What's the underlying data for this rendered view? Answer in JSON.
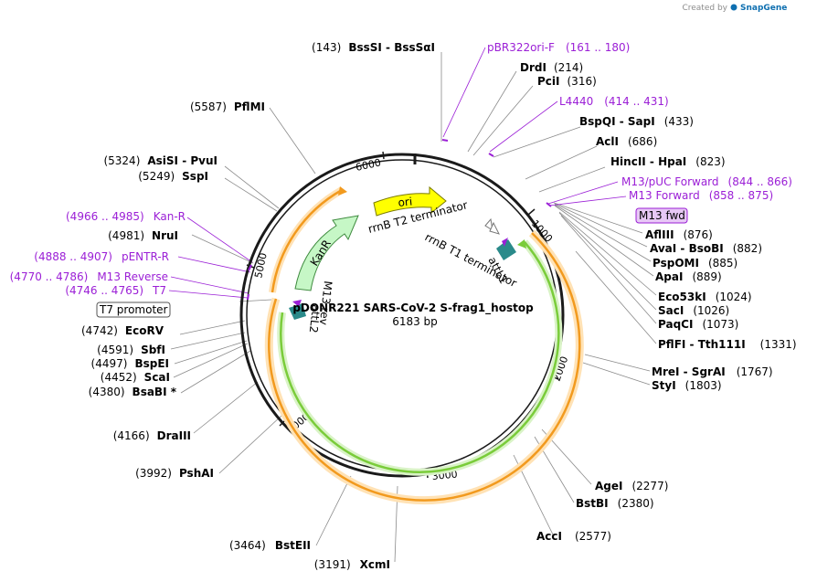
{
  "watermark": {
    "prefix": "Created by",
    "brand": "SnapGene"
  },
  "plasmid": {
    "name": "pDONR221 SARS-CoV-2 S-frag1_hostop",
    "length": "6183 bp"
  },
  "tick_labels": [
    "1000",
    "2000",
    "3000",
    "4000",
    "5000",
    "6000"
  ],
  "sites_right": [
    {
      "name": "DrdI",
      "pos": "(214)"
    },
    {
      "name": "PciI",
      "pos": "(316)"
    },
    {
      "name": "BspQI  -  SapI",
      "pos": "(433)"
    },
    {
      "name": "AclI",
      "pos": "(686)"
    },
    {
      "name": "HincII  -  HpaI",
      "pos": "(823)"
    },
    {
      "name": "AflIII",
      "pos": "(876)"
    },
    {
      "name": "AvaI  -  BsoBI",
      "pos": "(882)"
    },
    {
      "name": "PspOMI",
      "pos": "(885)"
    },
    {
      "name": "ApaI",
      "pos": "(889)"
    },
    {
      "name": "Eco53kI",
      "pos": "(1024)"
    },
    {
      "name": "SacI",
      "pos": "(1026)"
    },
    {
      "name": "PaqCI",
      "pos": "(1073)"
    },
    {
      "name": "PflFI  -  Tth111I",
      "pos": "(1331)"
    },
    {
      "name": "MreI  -  SgrAI",
      "pos": "(1767)"
    },
    {
      "name": "StyI",
      "pos": "(1803)"
    },
    {
      "name": "AgeI",
      "pos": "(2277)"
    },
    {
      "name": "BstBI",
      "pos": "(2380)"
    },
    {
      "name": "AccI",
      "pos": "(2577)"
    }
  ],
  "sites_left": [
    {
      "name": "BssSI  -  BssSαI",
      "pos": "(143)"
    },
    {
      "name": "PflMI",
      "pos": "(5587)"
    },
    {
      "name": "AsiSI  -  PvuI",
      "pos": "(5324)"
    },
    {
      "name": "SspI",
      "pos": "(5249)"
    },
    {
      "name": "NruI",
      "pos": "(4981)"
    },
    {
      "name": "EcoRV",
      "pos": "(4742)"
    },
    {
      "name": "SbfI",
      "pos": "(4591)"
    },
    {
      "name": "BspEI",
      "pos": "(4497)"
    },
    {
      "name": "ScaI",
      "pos": "(4452)"
    },
    {
      "name": "BsaBI *",
      "pos": "(4380)"
    },
    {
      "name": "DraIII",
      "pos": "(4166)"
    },
    {
      "name": "PshAI",
      "pos": "(3992)"
    },
    {
      "name": "BstEII",
      "pos": "(3464)"
    },
    {
      "name": "XcmI",
      "pos": "(3191)"
    }
  ],
  "primers": [
    {
      "name": "pBR322ori-F",
      "range": "(161 .. 180)"
    },
    {
      "name": "L4440",
      "range": "(414 .. 431)"
    },
    {
      "name": "M13/pUC Forward",
      "range": "(844 .. 866)"
    },
    {
      "name": "M13 Forward",
      "range": "(858 .. 875)"
    },
    {
      "name": "Kan-R",
      "range": "(4966 .. 4985)"
    },
    {
      "name": "pENTR-R",
      "range": "(4888 .. 4907)"
    },
    {
      "name": "M13 Reverse",
      "range": "(4770 .. 4786)"
    },
    {
      "name": "T7",
      "range": "(4746 .. 4765)"
    }
  ],
  "boxed_features": {
    "m13fwd": "M13 fwd",
    "t7promoter": "T7 promoter"
  },
  "inner_features": {
    "ori": "ori",
    "kanr": "KanR",
    "rrnb_t2": "rrnB T2 terminator",
    "rrnb_t1": "rrnB T1 terminator",
    "attl1": "attL1",
    "attl2": "attL2",
    "m13rev": "M13 rev"
  },
  "colors": {
    "primer": "#9b1fd6",
    "ori": "#ffff00",
    "kanr": "#c6f7c6",
    "orange": "#f29a1e",
    "green": "#7acc3a",
    "attl": "#2a8a8a"
  }
}
